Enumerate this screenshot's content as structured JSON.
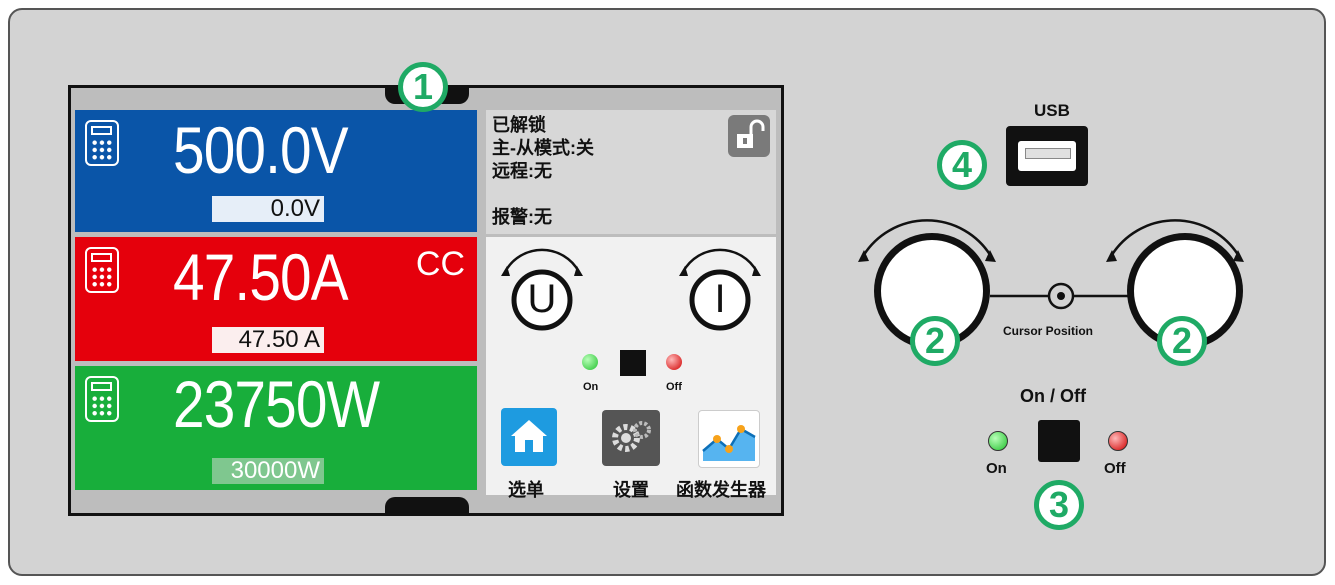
{
  "display": {
    "voltage": {
      "actual": "500.0V",
      "set": "0.0V"
    },
    "current": {
      "actual": "47.50A",
      "set": "47.50 A",
      "mode": "CC"
    },
    "power": {
      "actual": "23750W",
      "set": "30000W"
    },
    "status": {
      "lock": "已解锁",
      "master_slave": "主-从模式:关",
      "remote": "远程:无",
      "alarm": "报警:无"
    },
    "knobs": {
      "voltage_symbol": "U",
      "current_symbol": "I"
    },
    "onoff": {
      "on_label": "On",
      "off_label": "Off"
    },
    "buttons": {
      "menu": "选单",
      "settings": "设置",
      "function_gen": "函数发生器"
    }
  },
  "front_panel": {
    "usb_label": "USB",
    "cursor_label": "Cursor Position",
    "onoff_title": "On / Off",
    "on_label": "On",
    "off_label": "Off"
  },
  "callouts": {
    "one": "1",
    "two": "2",
    "three": "3",
    "four": "4"
  },
  "colors": {
    "voltage_bg": "#0a55a8",
    "current_bg": "#e5000c",
    "power_bg": "#18ae3b",
    "callout": "#1faa65",
    "led_on": "#2ecc40",
    "led_off": "#e00000"
  },
  "icons": [
    "calculator-icon",
    "lock-open-icon",
    "home-icon",
    "gear-icon",
    "chart-icon",
    "usb-port-icon",
    "rotary-knob-icon"
  ]
}
